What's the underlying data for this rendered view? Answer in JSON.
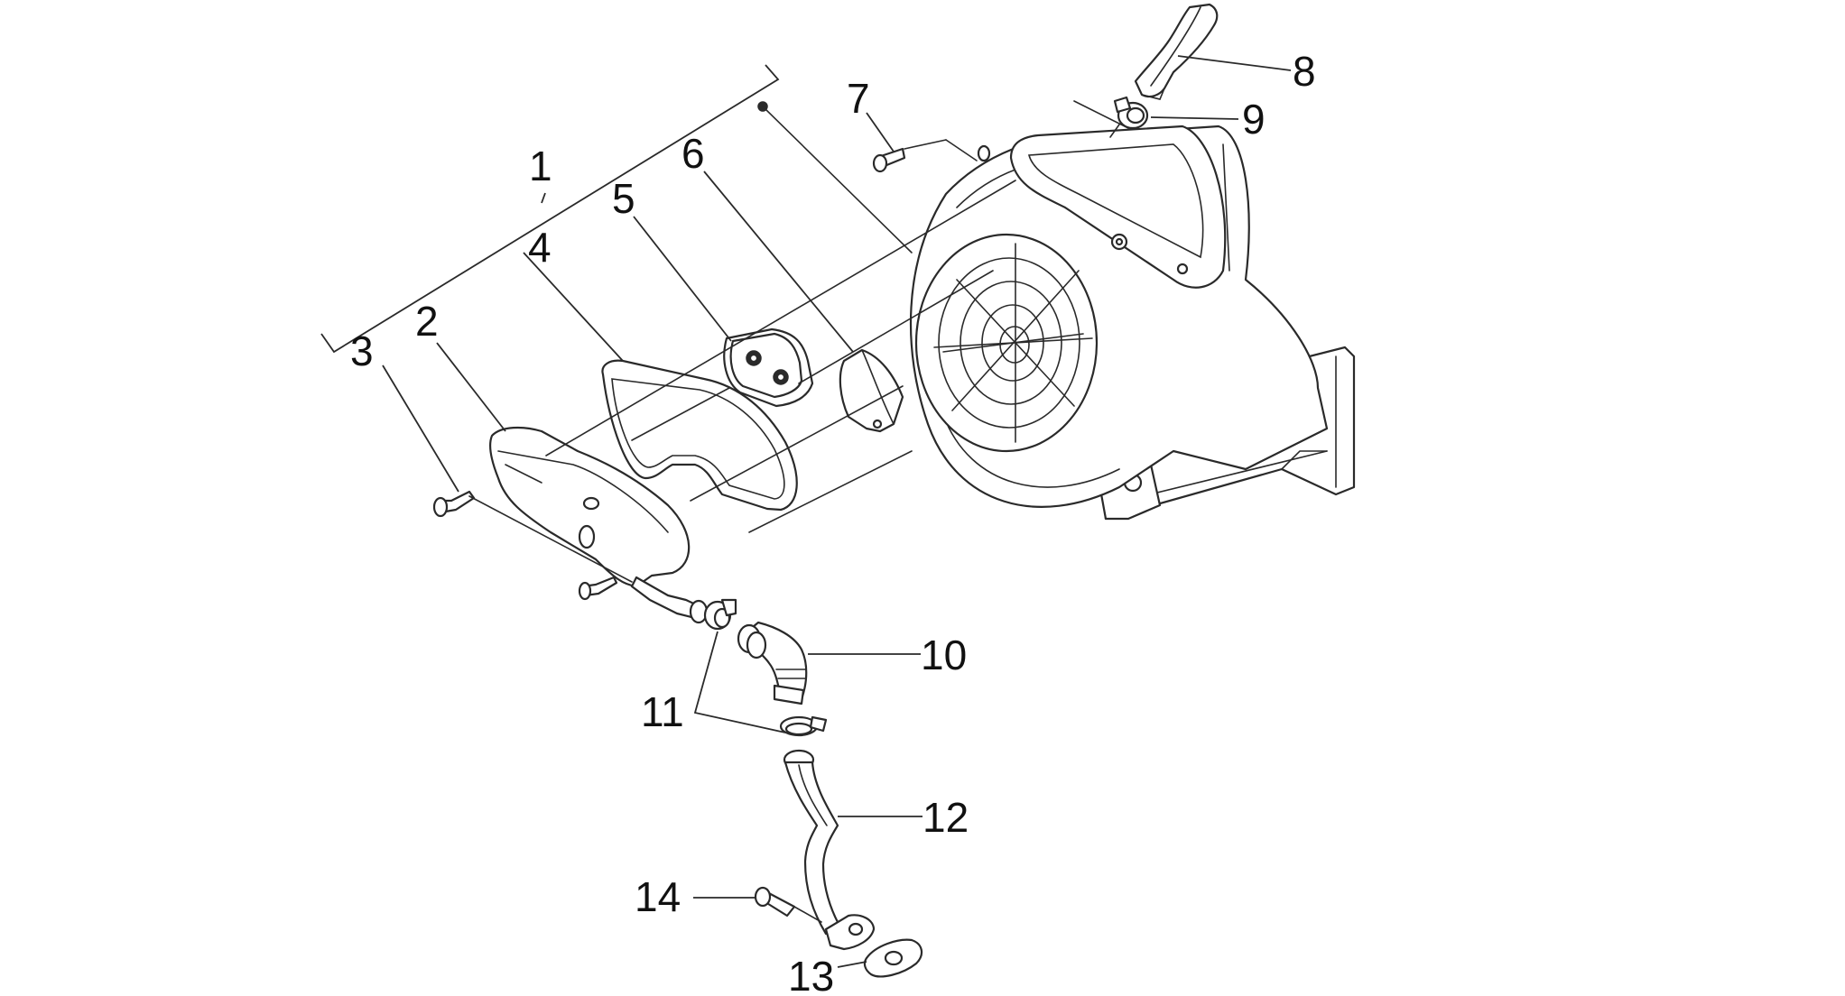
{
  "colors": {
    "line": "#2a2a2a",
    "label": "#111111",
    "background": "#ffffff"
  },
  "callouts": [
    {
      "id": "1",
      "label": "1"
    },
    {
      "id": "2",
      "label": "2"
    },
    {
      "id": "3",
      "label": "3"
    },
    {
      "id": "4",
      "label": "4"
    },
    {
      "id": "5",
      "label": "5"
    },
    {
      "id": "6",
      "label": "6"
    },
    {
      "id": "7",
      "label": "7"
    },
    {
      "id": "8",
      "label": "8"
    },
    {
      "id": "9",
      "label": "9"
    },
    {
      "id": "10",
      "label": "10"
    },
    {
      "id": "11",
      "label": "11"
    },
    {
      "id": "12",
      "label": "12"
    },
    {
      "id": "13",
      "label": "13"
    },
    {
      "id": "14",
      "label": "14"
    }
  ]
}
